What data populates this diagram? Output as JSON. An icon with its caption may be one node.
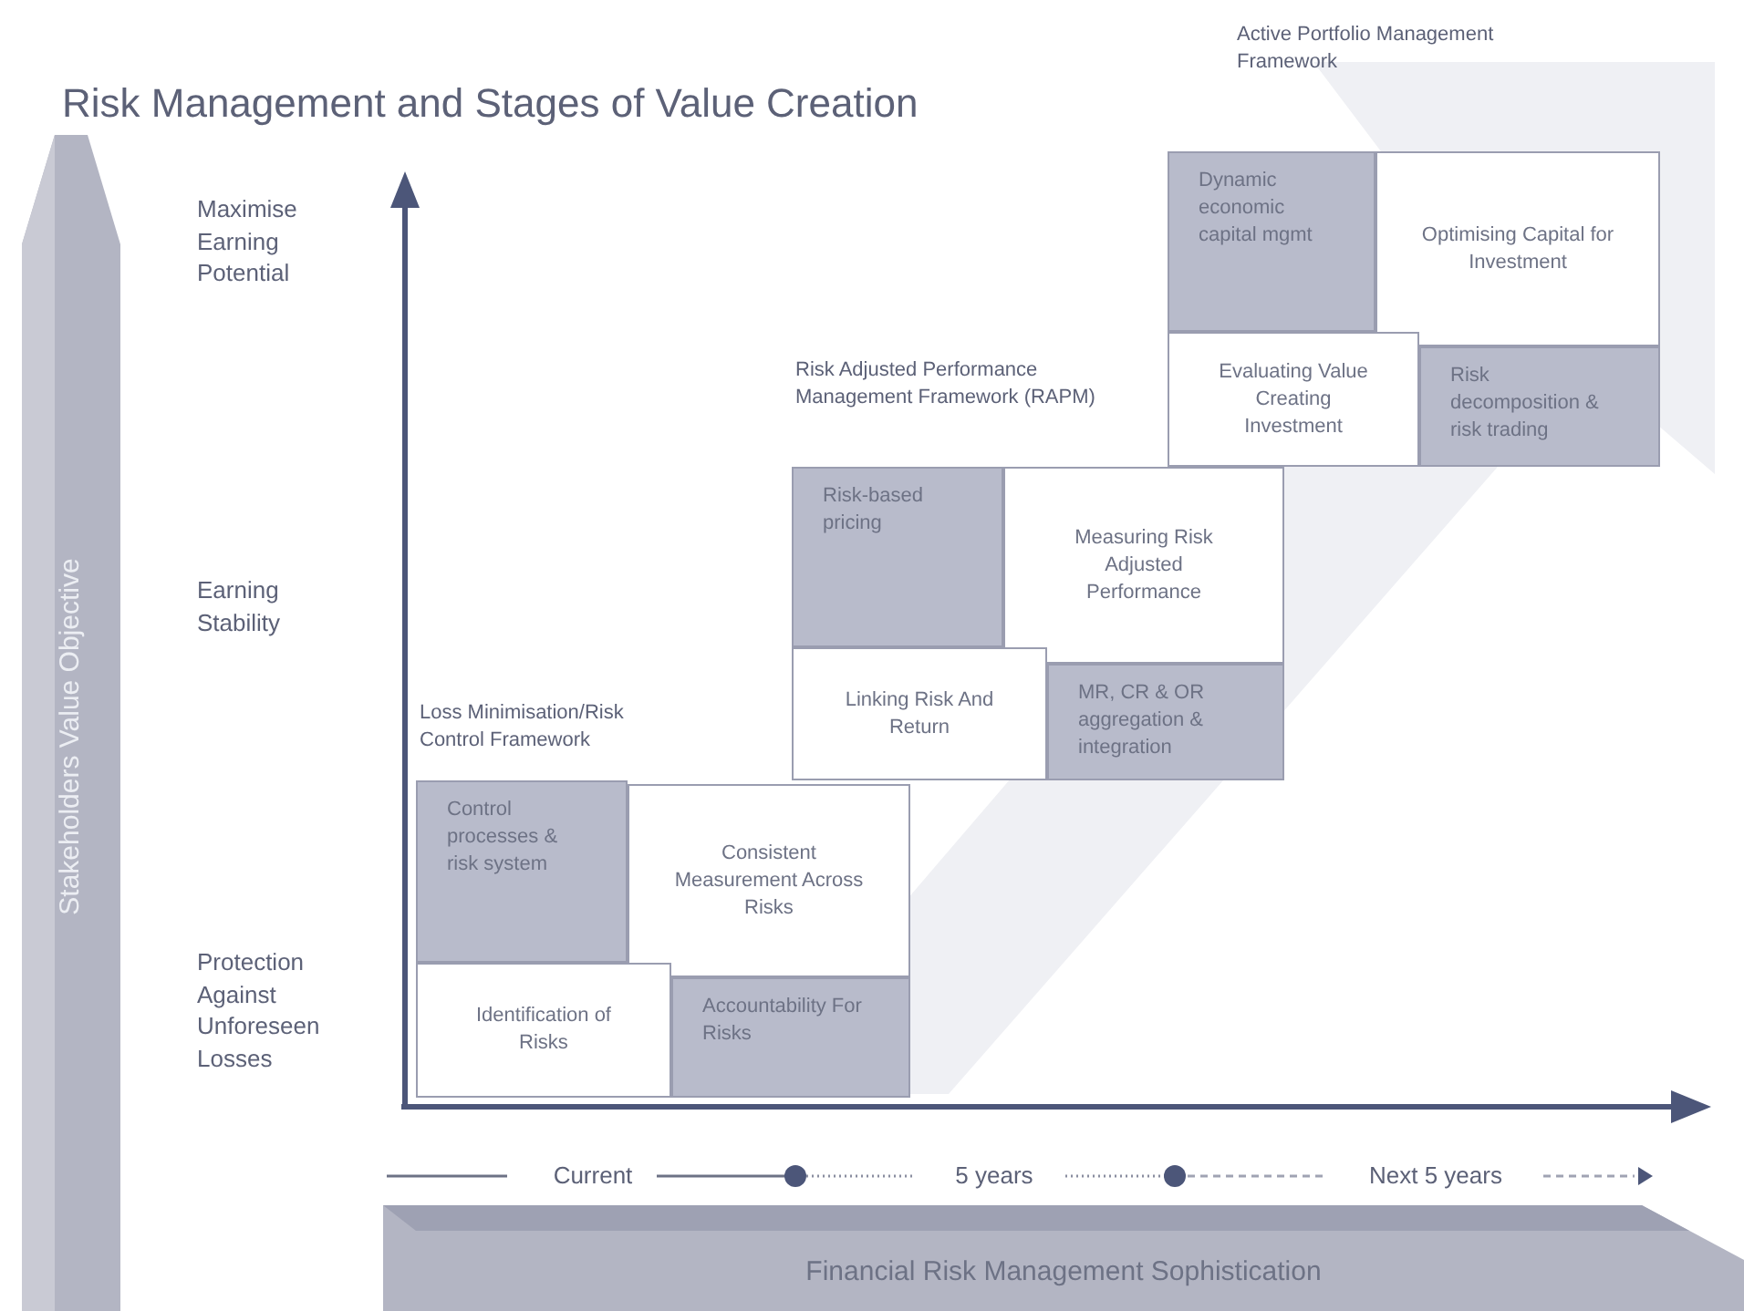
{
  "diagram": {
    "title": "Risk Management and Stages of Value Creation",
    "nodes": [
      {
        "text": [
          "Control processes & risk system"
        ]
      },
      {
        "text": [
          "Consistent Measurement Across Risks"
        ]
      },
      {
        "text": [
          "Identification of Risks"
        ]
      },
      {
        "text": [
          "Accountability For Risks"
        ]
      },
      {
        "text": [
          "Risk-based pricing"
        ]
      },
      {
        "text": [
          "Measuring Risk Adjusted Performance"
        ]
      },
      {
        "text": [
          "Linking Risk And Return"
        ]
      },
      {
        "text": [
          "MR, CR & OR aggregation & integration"
        ]
      },
      {
        "text": [
          "Dynamic economic capital mgmt"
        ]
      },
      {
        "text": [
          "Optimising Capital for Investment"
        ]
      },
      {
        "text": [
          "Evaluating Value Creating Investment"
        ]
      },
      {
        "text": [
          "Risk decomposition & risk trading"
        ]
      },
      {
        "text": [
          "Stakeholders Value Objective"
        ]
      },
      {
        "text": [
          "Financial Risk Management Sophistication"
        ]
      }
    ],
    "labels": [
      "Active Portfolio Management Framework",
      "Maximise Earning Potential",
      "Risk Adjusted Performance Management Framework (RAPM)",
      "Earning Stability",
      "Loss Minimisation/Risk Control Framework",
      "Protection Against Unforeseen Losses",
      "Current",
      "5 years",
      "Next 5 years"
    ]
  }
}
